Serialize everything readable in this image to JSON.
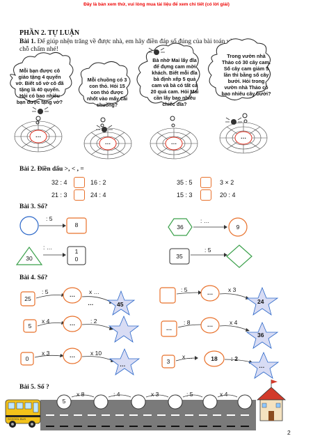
{
  "banner": "Đây là bản xem thử, vui lòng mua tài liệu để xem chi tiết (có lời giải)",
  "section_title": "PHẦN 2. TỰ LUẬN",
  "bai1": {
    "label": "Bài 1.",
    "text_line1": " Để giúp nhện trăng về được nhà, em hãy điền đáp số đúng của bài toán vào",
    "text_line2": "chỗ chấm nhé!",
    "clouds": [
      {
        "lines": [
          "Mỗi bạn được cô",
          "giáo tặng 4 quyển",
          "vở. Biết số vở cô đã",
          "tặng là 40 quyển.",
          "Hỏi có bao nhiêu",
          "bạn được tặng vở?"
        ]
      },
      {
        "lines": [
          "Mỗi chuồng có 3",
          "con thỏ. Hỏi 15",
          "con thỏ được",
          "nhốt vào mấy cái",
          "chuồng?"
        ]
      },
      {
        "lines": [
          "Bà nhờ Mai lấy đĩa",
          "để đựng cam mời",
          "khách. Biết mỗi đĩa",
          "bà định xếp 5 quả",
          "cam và bà có tất cả",
          "20 quả cam. Hỏi Mai",
          "cần lấy bao nhiêu",
          "chiếc đĩa?"
        ]
      },
      {
        "lines": [
          "Trong vườn nhà",
          "Thảo có 30 cây cam.",
          "Số cây cam giảm 5",
          "lần thì bằng số cây",
          "bưởi. Hỏi trong",
          "vườn nhà Thảo có",
          "bao nhiêu cây bưởi?"
        ]
      }
    ],
    "web_answer": "…"
  },
  "bai2": {
    "title": "Bài 2. Điền dấu >, < , =",
    "rows": [
      {
        "left": "32 : 4",
        "right": "16 : 2"
      },
      {
        "left": "35 : 5",
        "right": "3 × 2"
      },
      {
        "left": "21 : 3",
        "right": "24 : 4"
      },
      {
        "left": "15 : 3",
        "right": "20 : 4"
      }
    ]
  },
  "bai3": {
    "title": "Bài 3. Số?",
    "items": [
      {
        "op": ": 5",
        "value": "8"
      },
      {
        "op": ": …",
        "start": "36",
        "value": "9"
      },
      {
        "op": ": …",
        "start": "30",
        "value_top": "1",
        "value_bottom": "0"
      },
      {
        "op": ": 5",
        "start": "35"
      }
    ]
  },
  "bai4": {
    "title": "Bài 4. Số?",
    "blank": "…",
    "left_rows": [
      {
        "start": "25",
        "op1": ": 5",
        "op2": "x …",
        "end": "45",
        "extra": "…"
      },
      {
        "start": "5",
        "op1": "x 4",
        "op2": ": 2",
        "end": ""
      },
      {
        "start": "0",
        "op1": "x 3",
        "op2": "x 10",
        "end": "…"
      }
    ],
    "right_rows": [
      {
        "start": "",
        "op1": ": 5",
        "op2": "x 3",
        "end": "24"
      },
      {
        "start": "…",
        "op1": ": 8",
        "op2": "x 4",
        "end": "36"
      },
      {
        "start": "3",
        "op1": "x …",
        "mid": "18",
        "op2": ": 2",
        "end": "…"
      }
    ]
  },
  "bai5": {
    "title": "Bài 5. Số ?",
    "start": "5",
    "ops": [
      "x 8",
      ": 4",
      "x 3",
      ": 5",
      "x 4"
    ],
    "bus_label": "SCHOOL BUS"
  },
  "page_number": "2",
  "colors": {
    "banner": "#e00000",
    "orange": "#e8702a",
    "green": "#3aa04a",
    "blue": "#2a66c8",
    "star": "#d8dcf4"
  }
}
